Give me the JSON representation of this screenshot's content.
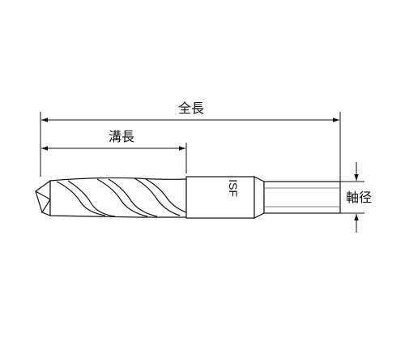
{
  "labels": {
    "overall_length": "全長",
    "flute_length": "溝長",
    "shank_diameter": "軸径",
    "brand_mark": "ISF"
  }
}
